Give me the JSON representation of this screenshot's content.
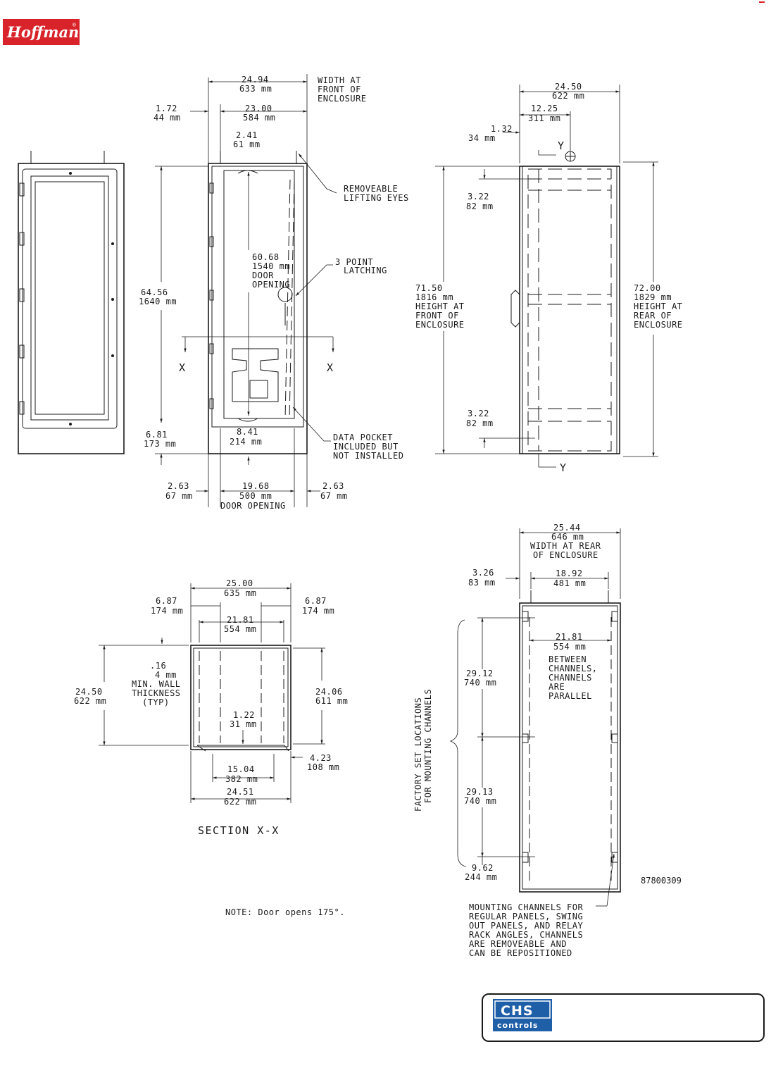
{
  "brand": {
    "name": "Hoffman",
    "registered": "®",
    "color": "#d8232a"
  },
  "part_number": "87800309",
  "note": "NOTE:  Door opens 175°.",
  "section_title": "SECTION X-X",
  "footer": {
    "logo_top": "CHS",
    "logo_bottom": "controls",
    "logo_color": "#1f5fa8"
  },
  "front_view": {
    "width_front": [
      "24.94",
      "633 mm"
    ],
    "width_front_caption": [
      "WIDTH AT",
      "FRONT OF",
      "ENCLOSURE"
    ],
    "left_offset": [
      "1.72",
      "44 mm"
    ],
    "inner_width": [
      "23.00",
      "584 mm"
    ],
    "lift_eye_offset": [
      "2.41",
      "61 mm"
    ],
    "lifting_eyes": [
      "REMOVEABLE",
      "LIFTING EYES"
    ],
    "height": [
      "64.56",
      "1640 mm"
    ],
    "door_opening_height": [
      "60.68",
      "1540 mm",
      "DOOR",
      "OPENING"
    ],
    "latching": [
      "3 POINT",
      "LATCHING"
    ],
    "x_marker": "X",
    "bottom_offset": [
      "6.81",
      "173 mm"
    ],
    "pocket_offset": [
      "8.41",
      "214 mm"
    ],
    "data_pocket": [
      "DATA POCKET",
      "INCLUDED BUT",
      "NOT INSTALLED"
    ],
    "side_margin_left": [
      "2.63",
      "67 mm"
    ],
    "door_opening_width": [
      "19.68",
      "500 mm",
      "DOOR OPENING"
    ],
    "side_margin_right": [
      "2.63",
      "67 mm"
    ]
  },
  "side_view": {
    "width": [
      "24.50",
      "622 mm"
    ],
    "center": [
      "12.25",
      "311 mm"
    ],
    "offset": [
      "1.32",
      "34 mm"
    ],
    "y_marker": "Y",
    "top_channel": [
      "3.22",
      "82 mm"
    ],
    "height_front": [
      "71.50",
      "1816 mm",
      "HEIGHT AT",
      "FRONT OF",
      "ENCLOSURE"
    ],
    "height_rear": [
      "72.00",
      "1829 mm",
      "HEIGHT AT",
      "REAR OF",
      "ENCLOSURE"
    ],
    "bottom_channel": [
      "3.22",
      "82 mm"
    ]
  },
  "section_view": {
    "outer_width": [
      "25.00",
      "635 mm"
    ],
    "left_offset": [
      "6.87",
      "174 mm"
    ],
    "right_offset": [
      "6.87",
      "174 mm"
    ],
    "inner_width": [
      "21.81",
      "554 mm"
    ],
    "depth": [
      "24.50",
      "622 mm"
    ],
    "wall": [
      ".16",
      "4 mm",
      "MIN. WALL",
      "THICKNESS",
      "(TYP)"
    ],
    "inner_depth": [
      "24.06",
      "611 mm"
    ],
    "flange": [
      "1.22",
      "31 mm"
    ],
    "rear_offset": [
      "4.23",
      "108 mm"
    ],
    "bottom_inner": [
      "15.04",
      "382 mm"
    ],
    "bottom_outer": [
      "24.51",
      "622 mm"
    ]
  },
  "rear_view": {
    "width_rear": [
      "25.44",
      "646 mm",
      "WIDTH AT REAR",
      "OF ENCLOSURE"
    ],
    "side_offset": [
      "3.26",
      "83 mm"
    ],
    "inner": [
      "18.92",
      "481 mm"
    ],
    "channels_between": [
      "21.81",
      "554 mm",
      "BETWEEN",
      "CHANNELS,",
      "CHANNELS",
      "ARE",
      "PARALLEL"
    ],
    "factory_label": [
      "FACTORY SET LOCATIONS",
      "FOR MOUNTING CHANNELS"
    ],
    "spacing_1": [
      "29.12",
      "740 mm"
    ],
    "spacing_2": [
      "29.13",
      "740 mm"
    ],
    "bottom": [
      "9.62",
      "244 mm"
    ],
    "mounting_note": [
      "MOUNTING CHANNELS FOR",
      "REGULAR PANELS, SWING",
      "OUT PANELS, AND RELAY",
      "RACK ANGLES, CHANNELS",
      "ARE REMOVEABLE AND",
      "CAN BE REPOSITIONED"
    ]
  }
}
